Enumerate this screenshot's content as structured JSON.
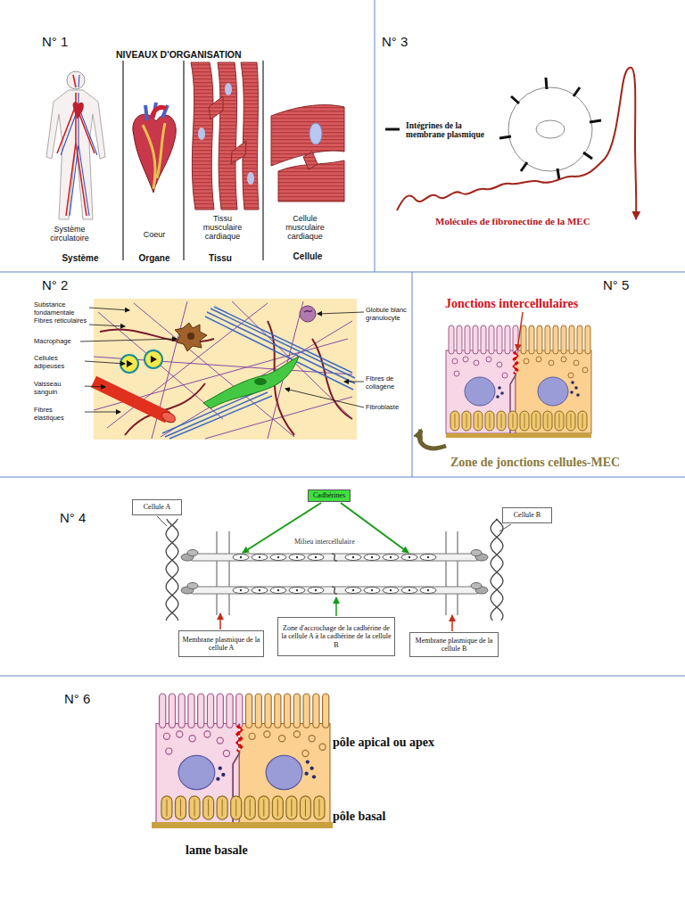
{
  "diagram": {
    "nodes": [
      {
        "text": [
          "Cellule A"
        ]
      },
      {
        "text": [
          "Cadhérines"
        ]
      },
      {
        "text": [
          "Cellule B"
        ]
      },
      {
        "text": [
          "Membrane plasmique de la cellule A"
        ]
      },
      {
        "text": [
          "Zone d'accrochage de la cadhérine de la cellule A à la cadhérine de la cellule B"
        ]
      },
      {
        "text": [
          "Membrane plasmique de la cellule B"
        ]
      }
    ],
    "labels": [
      "N° 1",
      "NIVEAUX D'ORGANISATION",
      "Système circulatoire",
      "Système",
      "Coeur",
      "Organe",
      "Tissu musculaire cardiaque",
      "Tissu",
      "Cellule musculaire cardiaque",
      "Cellule",
      "N° 3",
      "Intégrines de la membrane plasmique",
      "Molécules de fibronectine de la MEC",
      "N° 2",
      "Substance fondamentale",
      "Fibres réticulaires",
      "Macrophage",
      "Cellules adipeuses",
      "Vaisseau sanguin",
      "Fibres élastiques",
      "Globule blanc granulocyte",
      "Fibres de collagène",
      "Fibroblaste",
      "N° 5",
      "Jonctions intercellulaires",
      "Zone de jonctions cellules-MEC",
      "N° 4",
      "Milieu intercellulaire",
      "N° 6",
      "pôle apical ou apex",
      "pôle basal",
      "lame basale"
    ]
  }
}
